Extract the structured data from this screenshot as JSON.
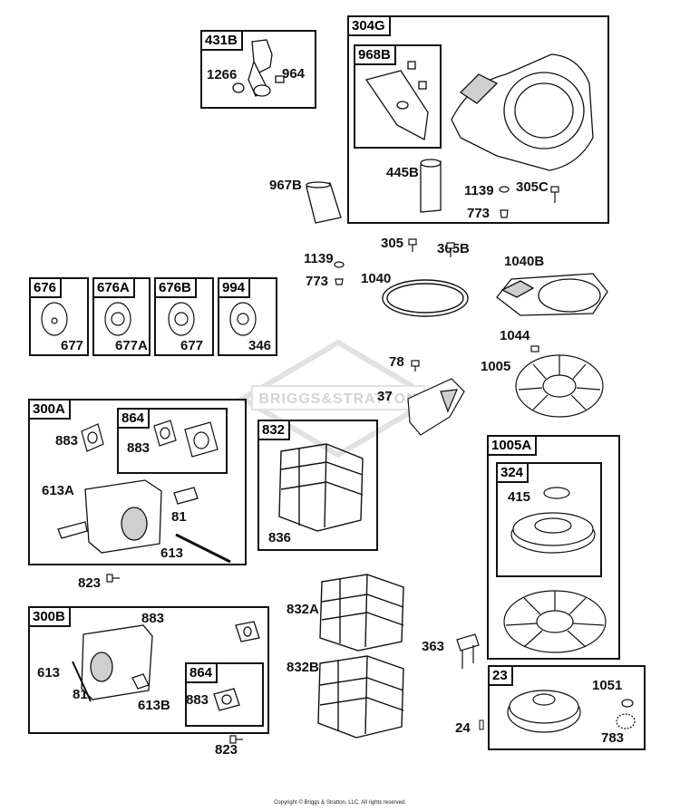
{
  "colors": {
    "line": "#111111",
    "fill": "#ffffff",
    "shade": "#cfcfcf",
    "watermark": "#dddddd"
  },
  "watermark": "BRIGGS&STRATTON",
  "copyright": "Copyright © Briggs & Stratton, LLC. All rights reserved.",
  "groups": {
    "g431b": {
      "tag": "431B",
      "parts": {
        "p1266": "1266",
        "p964": "964"
      }
    },
    "g304g": {
      "tag": "304G",
      "parts": {
        "p445b": "445B",
        "p1139": "1139",
        "p305c": "305C",
        "p773": "773"
      }
    },
    "g968b": {
      "tag": "968B"
    },
    "g676": {
      "tag": "676",
      "parts": {
        "p677": "677"
      }
    },
    "g676a": {
      "tag": "676A",
      "parts": {
        "p677a": "677A"
      }
    },
    "g676b": {
      "tag": "676B",
      "parts": {
        "p677": "677"
      }
    },
    "g994": {
      "tag": "994",
      "parts": {
        "p346": "346"
      }
    },
    "g300a": {
      "tag": "300A",
      "parts": {
        "p883": "883",
        "p613a": "613A",
        "p81": "81",
        "p613": "613"
      }
    },
    "g864a": {
      "tag": "864",
      "parts": {
        "p883": "883"
      }
    },
    "g832": {
      "tag": "832",
      "parts": {
        "p836": "836"
      }
    },
    "g1005a": {
      "tag": "1005A"
    },
    "g324": {
      "tag": "324",
      "parts": {
        "p415": "415"
      }
    },
    "g300b": {
      "tag": "300B",
      "parts": {
        "p883": "883",
        "p613": "613",
        "p81": "81",
        "p613b": "613B"
      }
    },
    "g864b": {
      "tag": "864",
      "parts": {
        "p883": "883"
      }
    },
    "g23": {
      "tag": "23",
      "parts": {
        "p1051": "1051",
        "p783": "783"
      }
    }
  },
  "loose": {
    "p967b": "967B",
    "p305": "305",
    "p305b": "305B",
    "p1139": "1139",
    "p773": "773",
    "p1040": "1040",
    "p1040b": "1040B",
    "p1044": "1044",
    "p78": "78",
    "p1005": "1005",
    "p37": "37",
    "p823a": "823",
    "p832a": "832A",
    "p832b": "832B",
    "p363": "363",
    "p823b": "823",
    "p24": "24"
  }
}
